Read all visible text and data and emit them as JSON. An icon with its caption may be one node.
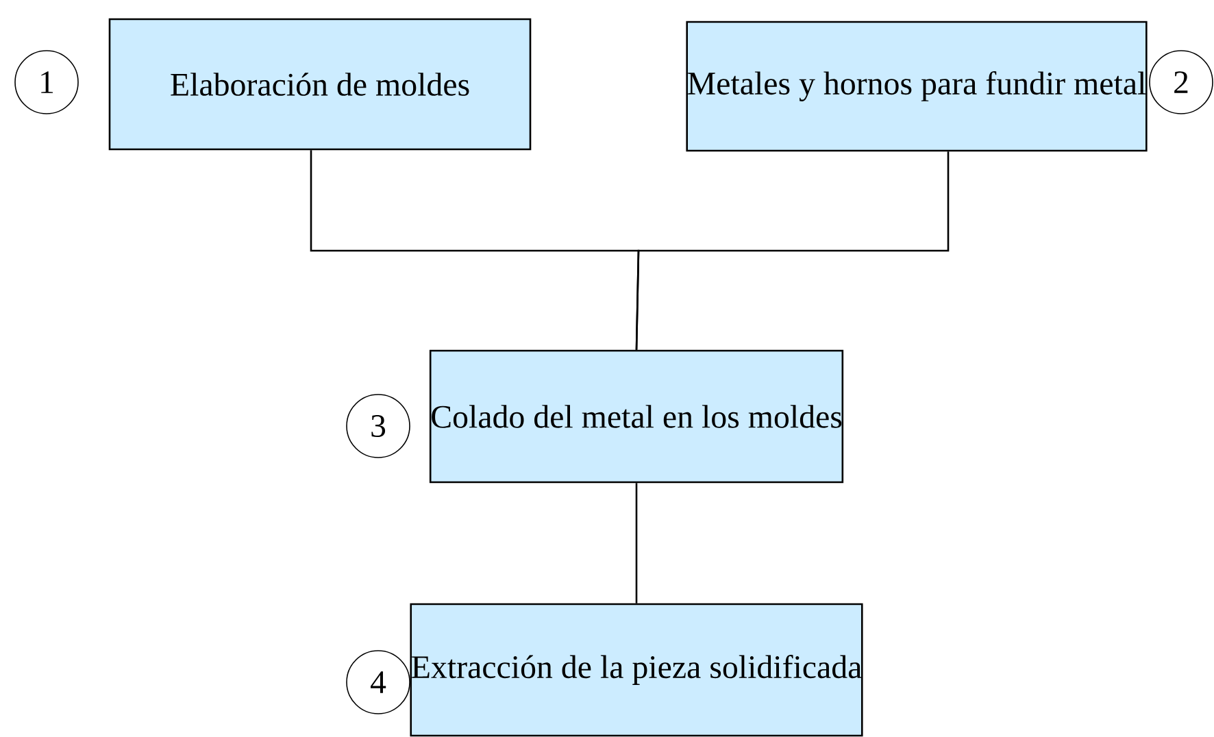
{
  "diagram": {
    "nodes": [
      {
        "text": [
          "Elaboración de moldes"
        ],
        "beside": [
          "1"
        ]
      },
      {
        "text": [
          "Metales y hornos para fundir metal"
        ],
        "beside": [
          "2"
        ]
      },
      {
        "text": [
          "Colado del metal en los moldes"
        ],
        "beside": [
          "3"
        ]
      },
      {
        "text": [
          "Extracción de la pieza solidificada"
        ],
        "beside": [
          "4"
        ]
      }
    ],
    "edges": [
      {
        "from": 0,
        "to": 2,
        "arrow": "none"
      },
      {
        "from": 1,
        "to": 2,
        "arrow": "none"
      },
      {
        "from": 2,
        "to": 3,
        "arrow": "none"
      }
    ]
  }
}
